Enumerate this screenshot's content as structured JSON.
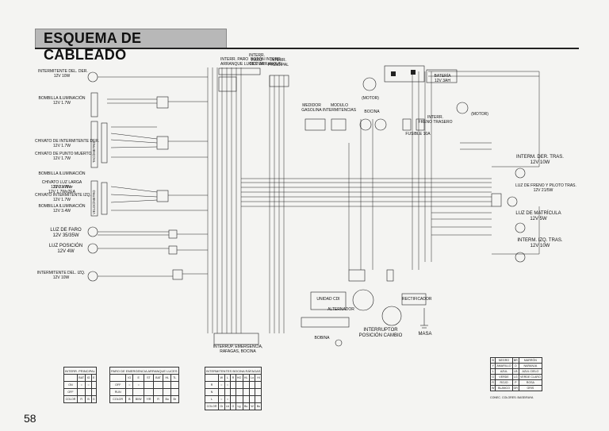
{
  "title": "ESQUEMA DE CABLEADO",
  "page_number": "58",
  "left_components": [
    {
      "name": "INTERMITENTE DEL. DER.",
      "spec": "12V 10W"
    },
    {
      "name": "BOMBILLA ILUMINACIÓN",
      "spec": "12V 1.7W"
    },
    {
      "name": "CHIVATO DE INTERMITENTE DER.",
      "spec": "12V 1.7W"
    },
    {
      "name": "CHIVATO DE PUNTO MUERTO",
      "spec": "12V 1.7W"
    },
    {
      "name": "BOMBILLA ILUMINACIÓN",
      "spec": "12V 3.4W or\n12V 1.7Wx2EA"
    },
    {
      "name": "CHIVATO LUZ LARGA",
      "spec": "12V 1.7W"
    },
    {
      "name": "CHIVATO INTERMITENTE IZQ.",
      "spec": "12V 1.7W"
    },
    {
      "name": "BOMBILLA ILUMINACIÓN",
      "spec": "12V 3.4W"
    },
    {
      "name": "LUZ DE FARO",
      "spec": "12V 35/35W"
    },
    {
      "name": "LUZ POSICIÓN",
      "spec": "12V 4W"
    },
    {
      "name": "INTERMITENTE DEL. IZQ.",
      "spec": "12V 10W"
    }
  ],
  "gauges": {
    "tacometro": "TACÓMETRO",
    "velocimetro": "VELOCÍMETRO"
  },
  "top_labels": {
    "interr_paro": "INTERR.\nPARO\nMOTOR",
    "interr_ppal": "INTERR.\nPRINCIPAL",
    "top_switches": "INTERR. PARO  BOTÓN INTERR.\nARRANQUE LUCES  ARRANQUE",
    "bateria": "BATERÍA\n12V 3AH",
    "motor": "(MOTOR)",
    "motor2": "(MOTOR)",
    "medidor_gasolina": "MEDIDOR\nGASOLINA",
    "modulo_intermitencias": "MODULO\nINTERMITENCIAS",
    "bocina": "BOCINA",
    "interr_freno": "INTERR.\nFRENO TRASERO",
    "fusible": "FUSIBLE 10A"
  },
  "right_components": [
    {
      "name": "INTERM. DER. TRAS.",
      "spec": "12V 10W"
    },
    {
      "name": "LUZ DE FRENO Y PILOTO TRAS.",
      "spec": "12V 21/5W"
    },
    {
      "name": "LUZ DE MATRÍCULA",
      "spec": "12V 5W"
    },
    {
      "name": "INTERM. IZQ. TRAS.",
      "spec": "12V 10W"
    }
  ],
  "bottom_labels": {
    "unidad_cdi": "UNIDAD CDI",
    "alternador": "ALTERNADOR",
    "rectificador": "RECTIFICADOR",
    "interruptor_posicion": "INTERRUPTOR\nPOSICIÓN CAMBIO",
    "masa": "MASA",
    "bobina": "BOBINA",
    "interrup_emergencia": "INTERRUP. EMERGENCIA,\nRAFAGAS, BOCINA"
  },
  "tables": {
    "interr_principal": {
      "title": "INTERR. PRINCIPAL",
      "headers": [
        "",
        "BAT",
        "IG",
        "E"
      ],
      "rows": [
        [
          "ON",
          "○",
          "○",
          ""
        ],
        [
          "OFF",
          "",
          "",
          ""
        ],
        [
          "COLOR",
          "R",
          "B",
          "G"
        ]
      ]
    },
    "paro_arranque_luces": {
      "title": "PARO DE EMERGENCIA  ARRANQUE  LUCES",
      "headers": [
        "",
        "IG",
        "E",
        "ST",
        "BAT",
        "HL",
        "TL"
      ],
      "rows": [
        [
          "OFF",
          "○",
          "○",
          "",
          "",
          "",
          ""
        ],
        [
          "RUN",
          "",
          "",
          "",
          "",
          "",
          ""
        ],
        [
          "COLOR",
          "B",
          "BI/W",
          "Y/R",
          "R",
          "Bu",
          "Br"
        ]
      ]
    },
    "intermitentes_bocina_rafagas": {
      "title": "INTERMITENTES  BOCINA  RÁFAGAS",
      "headers": [
        "",
        "W",
        "L",
        "R",
        "HO",
        "HL",
        "Lo",
        "Hi"
      ],
      "rows": [
        [
          "R",
          "○",
          "○",
          "",
          "",
          "",
          "",
          ""
        ],
        [
          "N",
          "",
          "",
          "",
          "",
          "",
          "",
          ""
        ],
        [
          "L",
          "○",
          "○",
          "",
          "",
          "",
          "",
          ""
        ],
        [
          "COLOR",
          "Gr",
          "Lb",
          "O",
          "Lg",
          "Bu",
          "W",
          "Bu"
        ]
      ]
    }
  },
  "color_legend": {
    "rows": [
      [
        "B",
        "NEGRO",
        "BR",
        "MARRÓN"
      ],
      [
        "Y",
        "AMARILLO",
        "O",
        "NARANJA"
      ],
      [
        "L",
        "AZUL",
        "LB",
        "AZUL CIELO"
      ],
      [
        "G",
        "VERDE",
        "LG",
        "VERDE CLARO"
      ],
      [
        "R",
        "ROJO",
        "P",
        "ROSA"
      ],
      [
        "W",
        "BLANCO",
        "GR",
        "GRIS"
      ]
    ],
    "note": "CONEC. COLORES: BASE/RAYA"
  },
  "colors": {
    "ink": "#111111",
    "paper": "#f4f4f2",
    "title_bg": "#b8b8b8"
  }
}
